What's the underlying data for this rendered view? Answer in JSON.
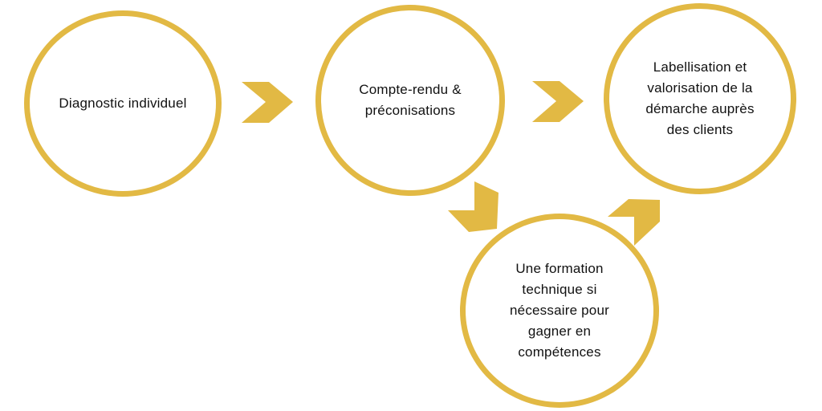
{
  "colors": {
    "accent": "#e2b944",
    "text": "#111111",
    "background": "#ffffff"
  },
  "steps": [
    {
      "id": "diagnostic",
      "label": "Diagnostic individuel"
    },
    {
      "id": "compte-rendu",
      "label": "Compte-rendu &\npréconisations"
    },
    {
      "id": "labellisation",
      "label": "Labellisation et\nvalorisation de la\ndémarche auprès\ndes clients"
    },
    {
      "id": "formation",
      "label": "Une formation\ntechnique si\nnécessaire pour\ngagner en\ncompétences"
    }
  ],
  "arrows": [
    {
      "from": "diagnostic",
      "to": "compte-rendu",
      "icon": "chevron-right-icon"
    },
    {
      "from": "compte-rendu",
      "to": "labellisation",
      "icon": "chevron-right-icon"
    },
    {
      "from": "compte-rendu",
      "to": "formation",
      "icon": "chevron-down-right-icon"
    },
    {
      "from": "formation",
      "to": "labellisation",
      "icon": "chevron-up-right-icon"
    }
  ]
}
